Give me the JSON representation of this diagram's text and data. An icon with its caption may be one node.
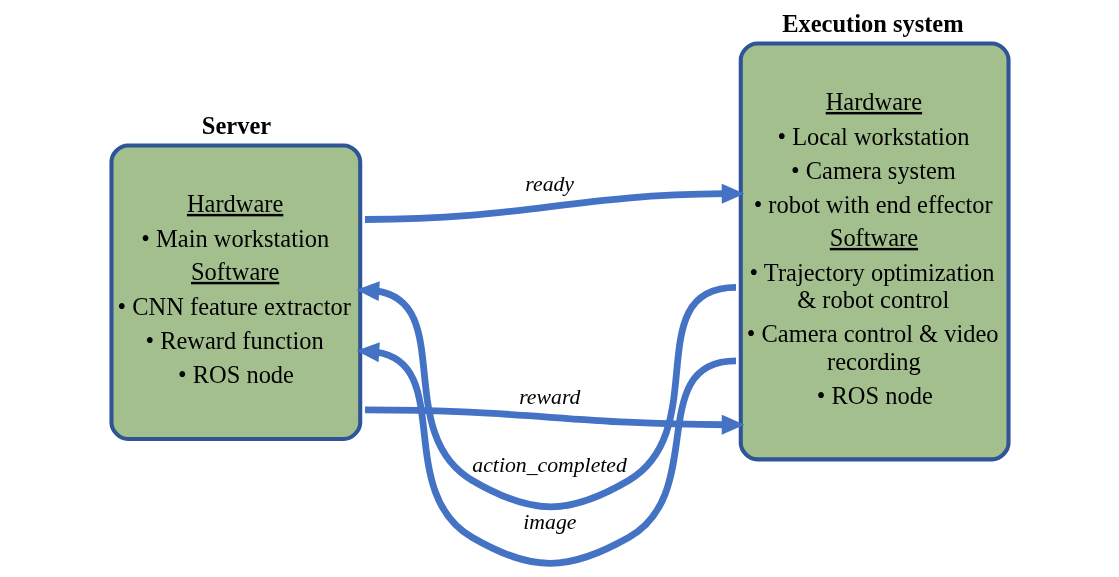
{
  "diagram": {
    "nodes": [
      {
        "text": [
          "Server",
          "Hardware",
          "• Main workstation",
          "Software",
          "• CNN feature extractor",
          "• Reward function",
          "• ROS node"
        ]
      },
      {
        "text": [
          "Execution system",
          "Hardware",
          "• Local workstation",
          "• Camera system",
          "• robot with end effector",
          "Software",
          "• Trajectory optimization & robot control",
          "• Camera control & video recording",
          "• ROS node"
        ]
      }
    ],
    "edges": [
      {
        "from": 0,
        "to": 1,
        "arrow": "to",
        "label": "ready"
      },
      {
        "from": 1,
        "to": 0,
        "arrow": "to",
        "label": "action_completed"
      },
      {
        "from": 1,
        "to": 0,
        "arrow": "to",
        "label": "image"
      },
      {
        "from": 0,
        "to": 1,
        "arrow": "to",
        "label": "reward"
      }
    ]
  }
}
